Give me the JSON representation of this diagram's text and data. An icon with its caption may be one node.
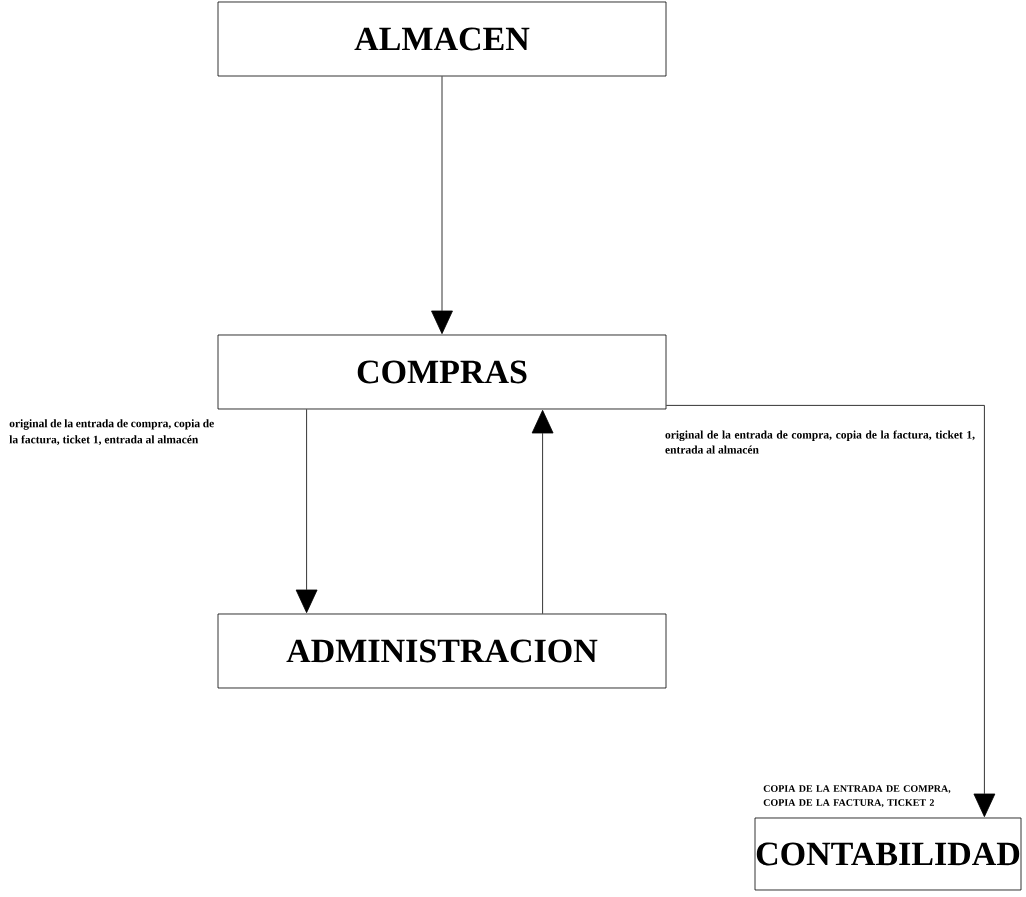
{
  "diagram": {
    "nodes": [
      {
        "text": [
          "ALMACEN"
        ]
      },
      {
        "text": [
          "COMPRAS"
        ]
      },
      {
        "text": [
          "ADMINISTRACION"
        ]
      },
      {
        "text": [
          "CONTABILIDAD"
        ]
      }
    ],
    "edges": [
      {
        "from": 0,
        "to": 1,
        "arrow": "to"
      },
      {
        "from": 1,
        "to": 2,
        "arrow": "to"
      },
      {
        "from": 2,
        "to": 1,
        "arrow": "to"
      },
      {
        "from": 1,
        "to": 3,
        "arrow": "to",
        "label": "original de la entrada de compra, copia de la factura, ticket 1, entrada al almacén"
      }
    ],
    "labels": [
      "original de la entrada de compra, copia de la factura, ticket 1, entrada al almacén",
      "COPIA DE LA ENTRADA DE COMPRA, COPIA DE LA FACTURA, TICKET 2"
    ]
  }
}
